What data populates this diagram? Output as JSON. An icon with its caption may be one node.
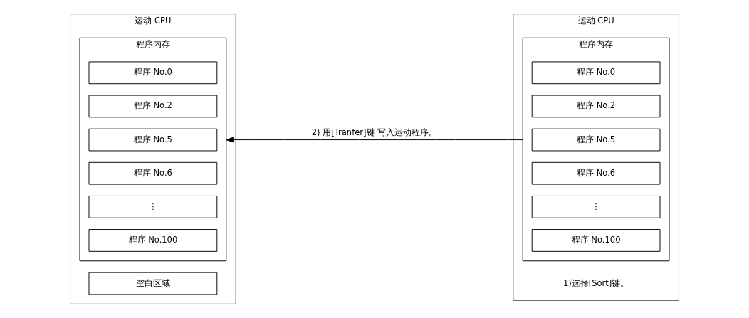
{
  "diagram": {
    "nodes": [
      {
        "text": [
          "运动 CPU"
        ]
      },
      {
        "text": [
          "程序内存"
        ],
        "in": 0
      },
      {
        "text": [
          "程序 No.0"
        ],
        "in": 1
      },
      {
        "text": [
          "程序 No.2"
        ],
        "in": 1
      },
      {
        "text": [
          "程序 No.5"
        ],
        "in": 1
      },
      {
        "text": [
          "程序 No.6"
        ],
        "in": 1
      },
      {
        "text": [
          "⋮"
        ],
        "in": 1
      },
      {
        "text": [
          "程序 No.100"
        ],
        "in": 1
      },
      {
        "text": [
          "空白区域"
        ],
        "in": 0
      },
      {
        "text": [
          "运动 CPU",
          "1)选择[Sort]键。"
        ]
      },
      {
        "text": [
          "程序内存"
        ],
        "in": 9
      },
      {
        "text": [
          "程序 No.0"
        ],
        "in": 10
      },
      {
        "text": [
          "程序 No.2"
        ],
        "in": 10
      },
      {
        "text": [
          "程序 No.5"
        ],
        "in": 10
      },
      {
        "text": [
          "程序 No.6"
        ],
        "in": 10
      },
      {
        "text": [
          "⋮"
        ],
        "in": 10
      },
      {
        "text": [
          "程序 No.100"
        ],
        "in": 10
      }
    ],
    "edges": [
      {
        "from": 10,
        "to": 1,
        "arrow": "to",
        "label": "2) 用[Tranfer]键 写入运动程序。"
      }
    ]
  }
}
